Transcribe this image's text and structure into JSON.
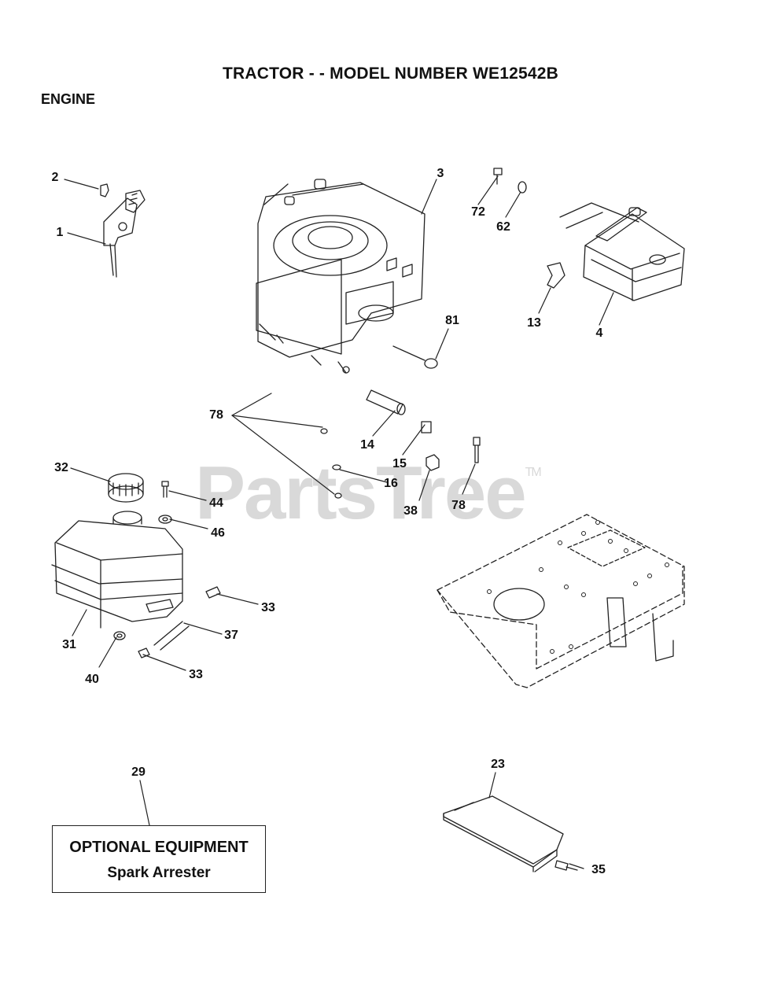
{
  "header": {
    "title": "TRACTOR - - MODEL NUMBER WE12542B",
    "section": "ENGINE"
  },
  "watermark": {
    "text": "PartsTree",
    "tm": "TM"
  },
  "callouts": {
    "c1": "1",
    "c2": "2",
    "c3": "3",
    "c4": "4",
    "c13": "13",
    "c14": "14",
    "c15": "15",
    "c16": "16",
    "c23": "23",
    "c29": "29",
    "c31": "31",
    "c32": "32",
    "c33a": "33",
    "c33b": "33",
    "c35": "35",
    "c37": "37",
    "c38": "38",
    "c40": "40",
    "c44": "44",
    "c46": "46",
    "c62": "62",
    "c72": "72",
    "c78a": "78",
    "c78b": "78",
    "c81": "81"
  },
  "optional": {
    "heading": "OPTIONAL EQUIPMENT",
    "item": "Spark Arrester"
  }
}
